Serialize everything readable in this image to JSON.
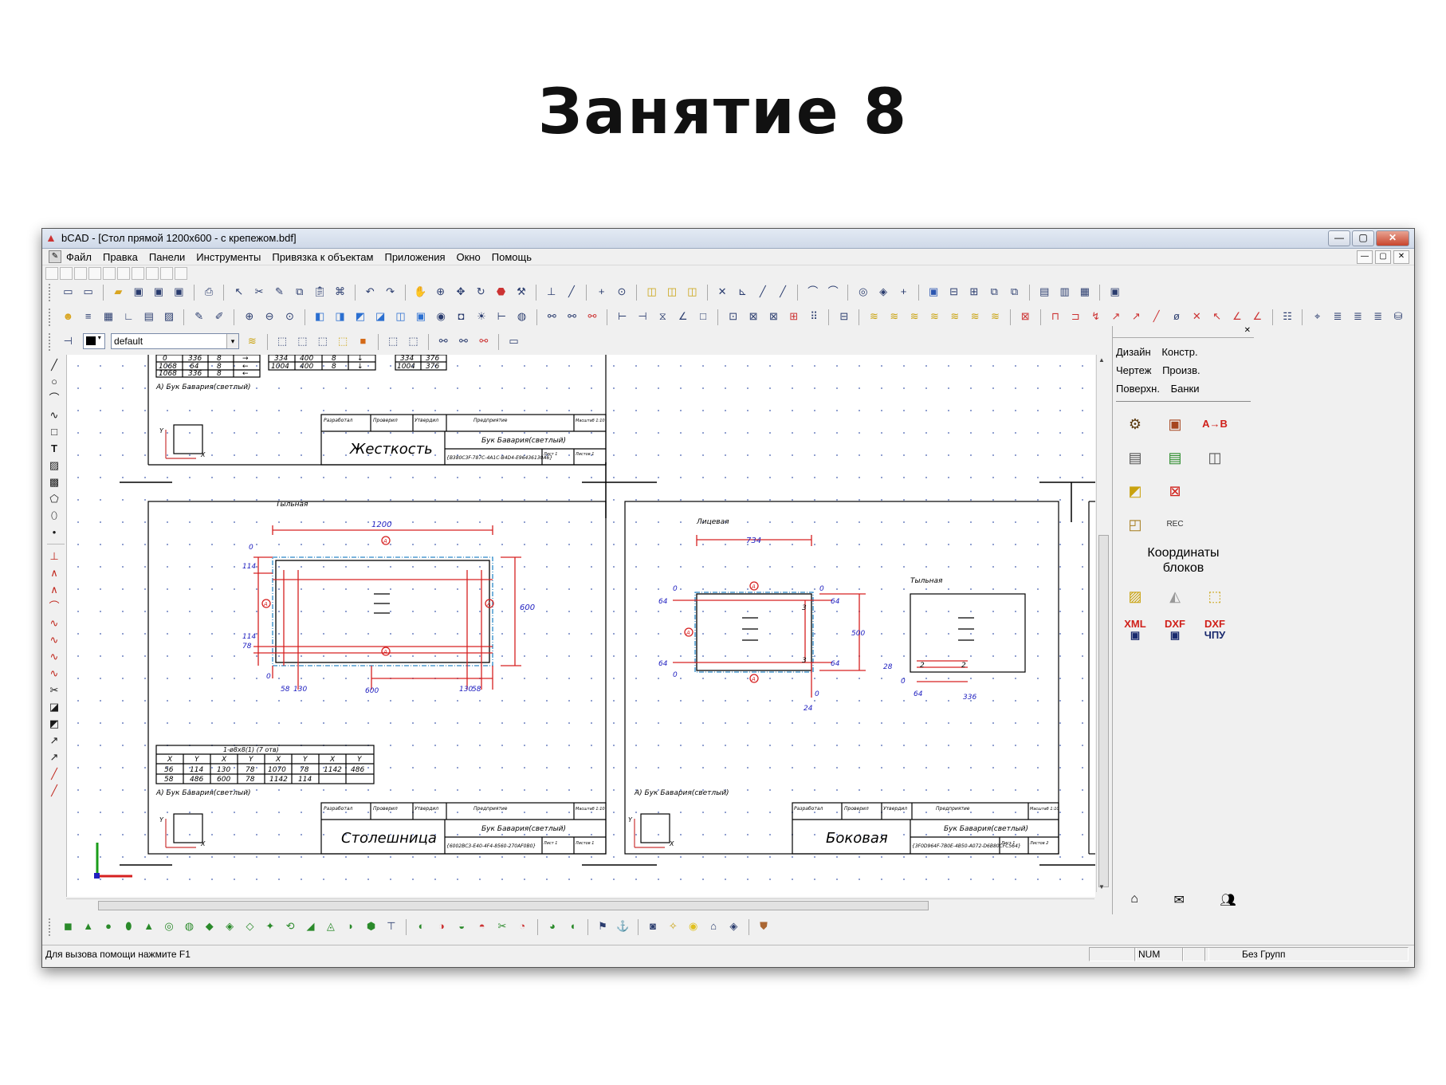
{
  "slide": {
    "title": "Занятие 8"
  },
  "window": {
    "title": "bCAD - [Стол прямой 1200x600 - с крепежом.bdf]",
    "controls": [
      "—",
      "▢",
      "✕"
    ]
  },
  "menu": {
    "items": [
      "Файл",
      "Правка",
      "Панели",
      "Инструменты",
      "Привязка к объектам",
      "Приложения",
      "Окно",
      "Помощь"
    ]
  },
  "toolbar": {
    "layer_value": "default"
  },
  "drawing": {
    "top_sheet": {
      "table_rows": [
        [
          "0",
          "336",
          "8",
          "→"
        ],
        [
          "1068",
          "64",
          "8",
          "←"
        ],
        [
          "1068",
          "336",
          "8",
          "←"
        ]
      ],
      "table2_rows": [
        [
          "334",
          "400",
          "8",
          "↓"
        ],
        [
          "1004",
          "400",
          "8",
          "↓"
        ]
      ],
      "table3_rows": [
        [
          "334",
          "376"
        ],
        [
          "1004",
          "376"
        ]
      ],
      "material_note": "А) Бук Бавария(светлый)",
      "title_block": {
        "developer": "Разработал",
        "checked": "Проверил",
        "approved": "Утвердил",
        "enterprise": "Предприятие",
        "scale": "Масштаб 1:10",
        "part_name": "Жесткость",
        "material": "Бук Бавария(светлый)",
        "code": "{B380C3F-787C-4A1C-B4D4-E96436130A6}",
        "sheet": "Лист 1",
        "sheets": "Листов 1"
      }
    },
    "sheet_left": {
      "view_label": "Тыльная",
      "dims": {
        "length": "1200",
        "height": "600",
        "d114": "114",
        "d78": "78",
        "d0": "0",
        "d114b": "114",
        "d58": "58",
        "d130": "130",
        "d600": "600",
        "d130b": "130",
        "d58b": "58",
        "d0b": "0"
      },
      "marker": "A",
      "holes_table": {
        "title": "1-ø8x8(1)  (7 отв)",
        "header": [
          "X",
          "Y",
          "X",
          "Y",
          "X",
          "Y",
          "X",
          "Y"
        ],
        "rows": [
          [
            "56",
            "114",
            "130",
            "78",
            "1070",
            "78",
            "1142",
            "486"
          ],
          [
            "58",
            "486",
            "600",
            "78",
            "1142",
            "114",
            "",
            ""
          ]
        ]
      },
      "material_note": "А) Бук Бавария(светлый)",
      "title_block": {
        "developer": "Разработал",
        "checked": "Проверил",
        "approved": "Утвердил",
        "enterprise": "Предприятие",
        "scale": "Масштаб 1:10",
        "part_name": "Столешница",
        "material": "Бук Бавария(светлый)",
        "code": "{6002BC3-E40-4F4-8560-270AF0B0}",
        "sheet": "Лист 1",
        "sheets": "Листов 1"
      }
    },
    "sheet_right": {
      "view_label_front": "Лицевая",
      "view_label_back": "Тыльная",
      "dims": {
        "d734": "734",
        "d64a": "64",
        "d64b": "64",
        "d64c": "64",
        "d64d": "64",
        "d0a": "0",
        "d0b": "0",
        "d0c": "0",
        "d0d": "0",
        "d500": "500",
        "d24": "24",
        "d28": "28",
        "d64e": "64",
        "d336": "336",
        "d2a": "2",
        "d2b": "2",
        "d3": "3"
      },
      "marker": "A",
      "material_note": "А) Бук Бавария(светлый)",
      "title_block": {
        "developer": "Разработал",
        "checked": "Проверил",
        "approved": "Утвердил",
        "enterprise": "Предприятие",
        "scale": "Масштаб 1:10",
        "part_name": "Боковая",
        "material": "Бук Бавария(светлый)",
        "code": "{3F0D964F-7B0E-4B50-A072-D6B80CFC564}",
        "sheet": "Лист 1",
        "sheets": "Листов 2"
      }
    },
    "axes": {
      "x": "X",
      "y": "Y"
    }
  },
  "right_panel": {
    "tabs": [
      "Дизайн",
      "Констр.",
      "Чертеж",
      "Произв.",
      "Поверхн.",
      "Банки"
    ],
    "coord_label_1": "Координаты",
    "coord_label_2": "блоков",
    "file_icons": [
      "XML",
      "DXF",
      "DXF",
      "ЧПУ"
    ],
    "icon_ab": "A→B",
    "icon_rec": "REC"
  },
  "status": {
    "help": "Для вызова помощи нажмите F1",
    "num": "NUM",
    "group": "Без Групп"
  }
}
